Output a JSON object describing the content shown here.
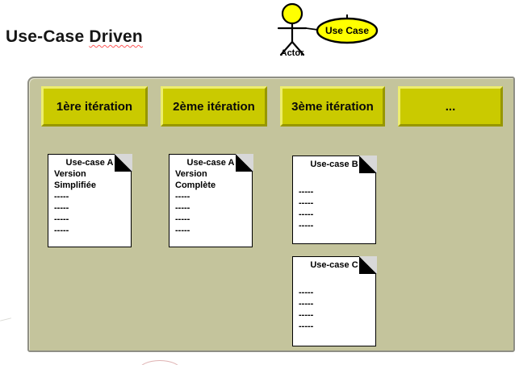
{
  "title": {
    "prefix": "Use-Case",
    "marked_word": "Driven"
  },
  "uml_legend": {
    "actor_label": "Actor",
    "use_case_label": "Use Case",
    "shape_fill_color": "#FFFF00",
    "outline_color": "#000000"
  },
  "panel": {
    "background_color": "#C4C49C",
    "button_color": "#CACA00",
    "iteration_buttons": [
      "1ère itération",
      "2ème itération",
      "3ème itération",
      "..."
    ],
    "documents": [
      {
        "title": "Use-case A",
        "line1": "Version",
        "line2": "Simplifiée",
        "dashes": [
          "-----",
          "-----",
          "-----",
          "-----"
        ]
      },
      {
        "title": "Use-case A",
        "line1": "Version",
        "line2": "Complète",
        "dashes": [
          "-----",
          "-----",
          "-----",
          "-----"
        ]
      },
      {
        "title": "Use-case B",
        "dashes": [
          "-----",
          "-----",
          "-----",
          "-----"
        ]
      },
      {
        "title": "Use-case C",
        "dashes": [
          "-----",
          "-----",
          "-----",
          "-----"
        ]
      }
    ]
  }
}
